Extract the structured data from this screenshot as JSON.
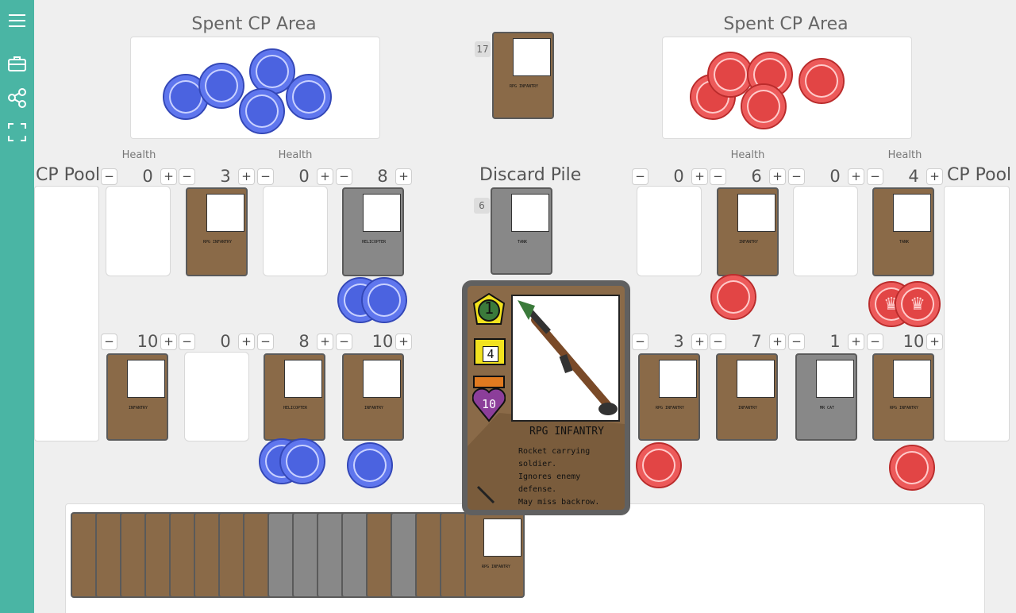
{
  "sidebar": {
    "icons": [
      "menu-icon",
      "briefcase-icon",
      "share-icon",
      "fullscreen-icon"
    ]
  },
  "spent_left_title": "Spent CP Area",
  "spent_right_title": "Spent CP Area",
  "discard_title": "Discard Pile",
  "cp_pool_left": "CP Pool",
  "cp_pool_right": "CP Pool",
  "health_label": "Health",
  "deck_count": "17",
  "discard_count": "6",
  "minus": "−",
  "plus": "+",
  "top_row_values": [
    "0",
    "3",
    "0",
    "8",
    "0",
    "6",
    "0",
    "4"
  ],
  "bottom_row_values": [
    "10",
    "0",
    "8",
    "10",
    "3",
    "7",
    "1",
    "10"
  ],
  "big_card": {
    "name": "RPG INFANTRY",
    "cost": "1",
    "attack": "4",
    "health": "10",
    "desc1": "Rocket carrying soldier.",
    "desc2": "Ignores enemy defense.",
    "desc3": "May miss backrow."
  },
  "cards": {
    "rpg": "RPG INFANTRY",
    "heli": "HELICOPTER",
    "infantry": "INFANTRY",
    "tank": "TANK",
    "cat": "MR CAT"
  },
  "colors": {
    "sidebar": "#4ab5a4",
    "blue_chip": "#4b63e0",
    "red_chip": "#e24545",
    "card_brown": "#8a6a48"
  }
}
